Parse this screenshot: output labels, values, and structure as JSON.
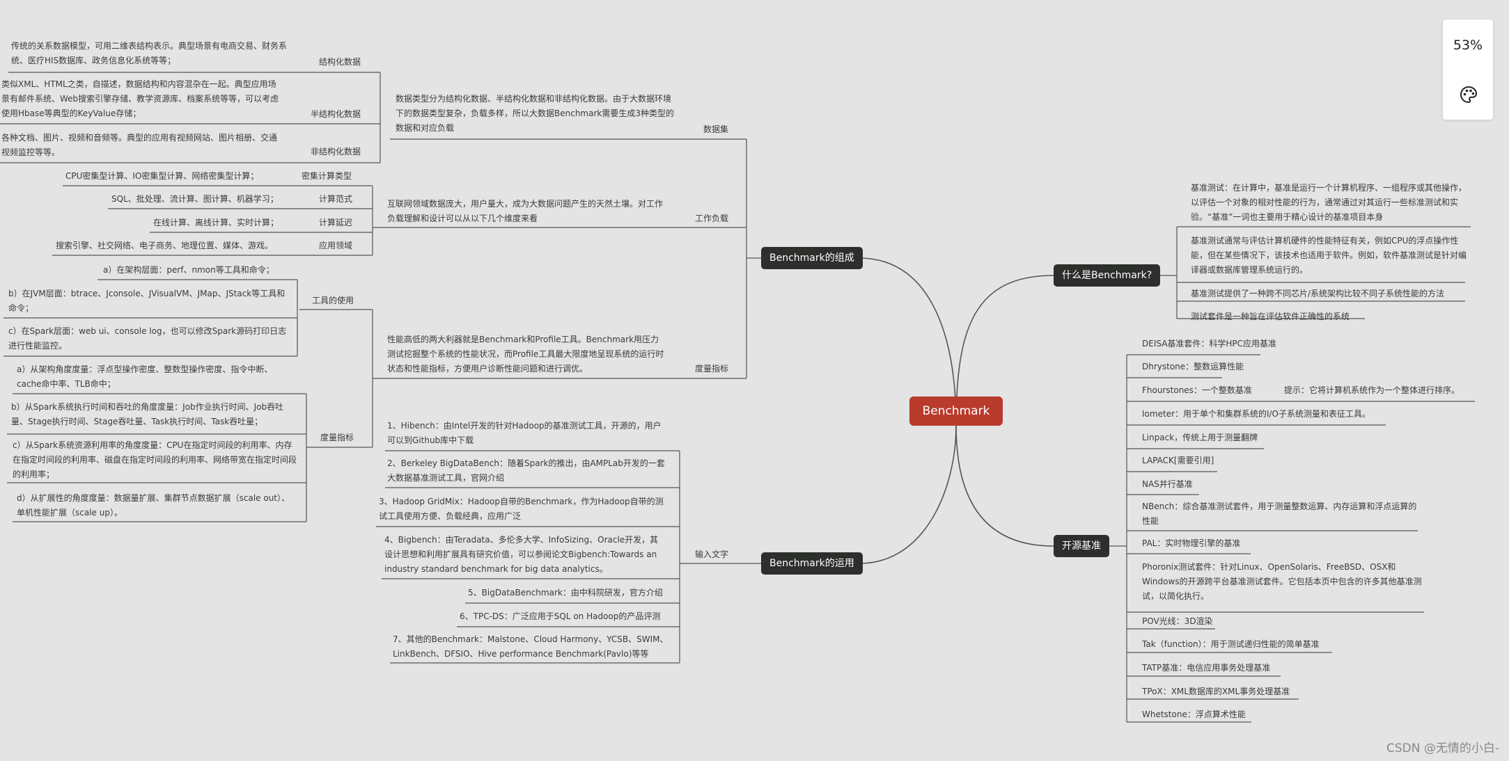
{
  "root": "Benchmark",
  "zoom_level": "53%",
  "palette_icon": "palette-icon",
  "watermark": "CSDN @无情的小白-",
  "what": {
    "title": "什么是Benchmark?",
    "items": [
      "基准测试：在计算中，基准是运行一个计算机程序、一组程序或其他操作，以评估一个对象的相对性能的行为，通常通过对其运行一些标准测试和实验。“基准”一词也主要用于精心设计的基准项目本身",
      "基准测试通常与评估计算机硬件的性能特征有关，例如CPU的浮点操作性能，但在某些情况下，该技术也适用于软件。例如，软件基准测试是针对编译器或数据库管理系统运行的。",
      "基准测试提供了一种跨不同芯片/系统架构比较不同子系统性能的方法",
      "测试套件是一种旨在评估软件正确性的系统"
    ]
  },
  "open": {
    "title": "开源基准",
    "items": [
      "DEISA基准套件：科学HPC应用基准",
      "Dhrystone：整数运算性能",
      "Fhourstones：一个整数基准",
      "Iometer：用于单个和集群系统的I/O子系统测量和表征工具。",
      "Linpack，传统上用于测量翻牌",
      "LAPACK[需要引用]",
      "NAS并行基准",
      "NBench：综合基准测试套件，用于测量整数运算、内存运算和浮点运算的性能",
      "PAL：实时物理引擎的基准",
      "Phoronix测试套件：针对Linux、OpenSolaris、FreeBSD、OSX和Windows的开源跨平台基准测试套件。它包括本页中包含的许多其他基准测试，以简化执行。",
      "POV光线：3D渲染",
      "Tak（function）：用于测试递归性能的简单基准",
      "TATP基准：电信应用事务处理基准",
      "TPoX：XML数据库的XML事务处理基准",
      "Whetstone：浮点算术性能"
    ],
    "tip": "提示：它将计算机系统作为一个整体进行排序。"
  },
  "comp": {
    "title": "Benchmark的组成",
    "dataset": {
      "label": "数据集",
      "desc": "数据类型分为结构化数据、半结构化数据和非结构化数据。由于大数据环境下的数据类型复杂，负载多样，所以大数据Benchmark需要生成3种类型的数据和对应负载",
      "types": [
        {
          "label": "结构化数据",
          "desc": "传统的关系数据模型，可用二维表结构表示。典型场景有电商交易、财务系统、医疗HIS数据库、政务信息化系统等等；"
        },
        {
          "label": "半结构化数据",
          "desc": "类似XML、HTML之类，自描述，数据结构和内容混杂在一起。典型应用场景有邮件系统、Web搜索引擎存储、教学资源库、档案系统等等，可以考虑使用Hbase等典型的KeyValue存储；"
        },
        {
          "label": "非结构化数据",
          "desc": "各种文档、图片、视频和音频等。典型的应用有视频网站、图片相册、交通视频监控等等。"
        }
      ]
    },
    "workload": {
      "label": "工作负载",
      "desc": "互联网领域数据庞大，用户量大，成为大数据问题产生的天然土壤。对工作负载理解和设计可以从以下几个维度来看",
      "dims": [
        {
          "label": "密集计算类型",
          "desc": "CPU密集型计算、IO密集型计算、网络密集型计算；"
        },
        {
          "label": "计算范式",
          "desc": "SQL、批处理、流计算、图计算、机器学习；"
        },
        {
          "label": "计算延迟",
          "desc": "在线计算、离线计算、实时计算；"
        },
        {
          "label": "应用领域",
          "desc": "搜索引擎、社交网络、电子商务、地理位置、媒体、游戏。"
        }
      ]
    },
    "metrics": {
      "label": "度量指标",
      "desc": "性能高低的两大利器就是Benchmark和Profile工具。Benchmark用压力测试挖掘整个系统的性能状况，而Profile工具最大限度地呈现系统的运行时状态和性能指标，方便用户诊断性能问题和进行调优。",
      "tools": {
        "label": "工具的使用",
        "items": [
          "a）在架构层面：perf、nmon等工具和命令；",
          "b）在JVM层面：btrace、Jconsole、JVisualVM、JMap、JStack等工具和命令；",
          "c）在Spark层面：web ui、console log，也可以修改Spark源码打印日志进行性能监控。"
        ]
      },
      "measures": {
        "label": "度量指标",
        "items": [
          "a）从架构角度度量：浮点型操作密度、整数型操作密度、指令中断、cache命中率、TLB命中；",
          "b）从Spark系统执行时间和吞吐的角度度量：Job作业执行时间、Job吞吐量、Stage执行时间、Stage吞吐量、Task执行时间、Task吞吐量；",
          "c）从Spark系统资源利用率的角度度量：CPU在指定时间段的利用率、内存在指定时间段的利用率、磁盘在指定时间段的利用率、网络带宽在指定时间段的利用率；",
          "d）从扩展性的角度度量：数据量扩展、集群节点数据扩展（scale out）、单机性能扩展（scale up）。"
        ]
      }
    }
  },
  "use": {
    "title": "Benchmark的运用",
    "label": "输入文字",
    "items": [
      "1、Hibench：由Intel开发的针对Hadoop的基准测试工具，开源的，用户可以到Github库中下载",
      "2、Berkeley BigDataBench：随着Spark的推出，由AMPLab开发的一套大数据基准测试工具，官网介绍",
      "3、Hadoop GridMix：Hadoop自带的Benchmark，作为Hadoop自带的测试工具使用方便、负载经典，应用广泛",
      "4、Bigbench：由Teradata、多伦多大学、InfoSizing、Oracle开发，其设计思想和利用扩展具有研究价值，可以参阅论文Bigbench:Towards an industry standard benchmark for big data analytics。",
      "5、BigDataBenchmark：由中科院研发，官方介绍",
      "6、TPC-DS：广泛应用于SQL on Hadoop的产品评测",
      "7、其他的Benchmark：Malstone、Cloud Harmony、YCSB、SWIM、LinkBench、DFSIO、Hive performance Benchmark(Pavlo)等等"
    ]
  },
  "colors": {
    "root": "#b93b2b",
    "primary": "#2c2f2b",
    "line": "#555555",
    "background": "#e4e4e4"
  }
}
